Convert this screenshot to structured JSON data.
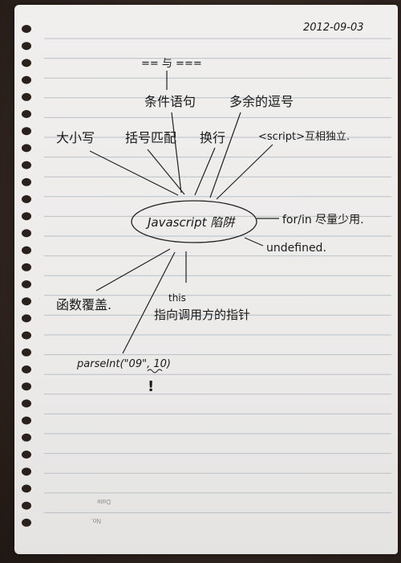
{
  "header": {
    "date": "2012-09-03"
  },
  "mind_map": {
    "center": "Javascript 陷阱",
    "branches": [
      {
        "label": "== 与 ==="
      },
      {
        "label": "条件语句"
      },
      {
        "label": "多余的逗号"
      },
      {
        "label": "大小写"
      },
      {
        "label": "括号匹配"
      },
      {
        "label": "换行"
      },
      {
        "label": "<script>互相独立."
      },
      {
        "label": "for/in 尽量少用."
      },
      {
        "label": "undefined."
      },
      {
        "label": "函数覆盖."
      },
      {
        "label": "this"
      },
      {
        "label": "指向调用方的指针"
      },
      {
        "label": "parseInt(\"09\", 10)"
      },
      {
        "label": "!"
      }
    ]
  },
  "printed": {
    "date_label": "Date",
    "no_label": "No."
  },
  "colors": {
    "ink": "#1a1a1a",
    "paper": "#eeedec",
    "rule": "#b9c0c6"
  }
}
